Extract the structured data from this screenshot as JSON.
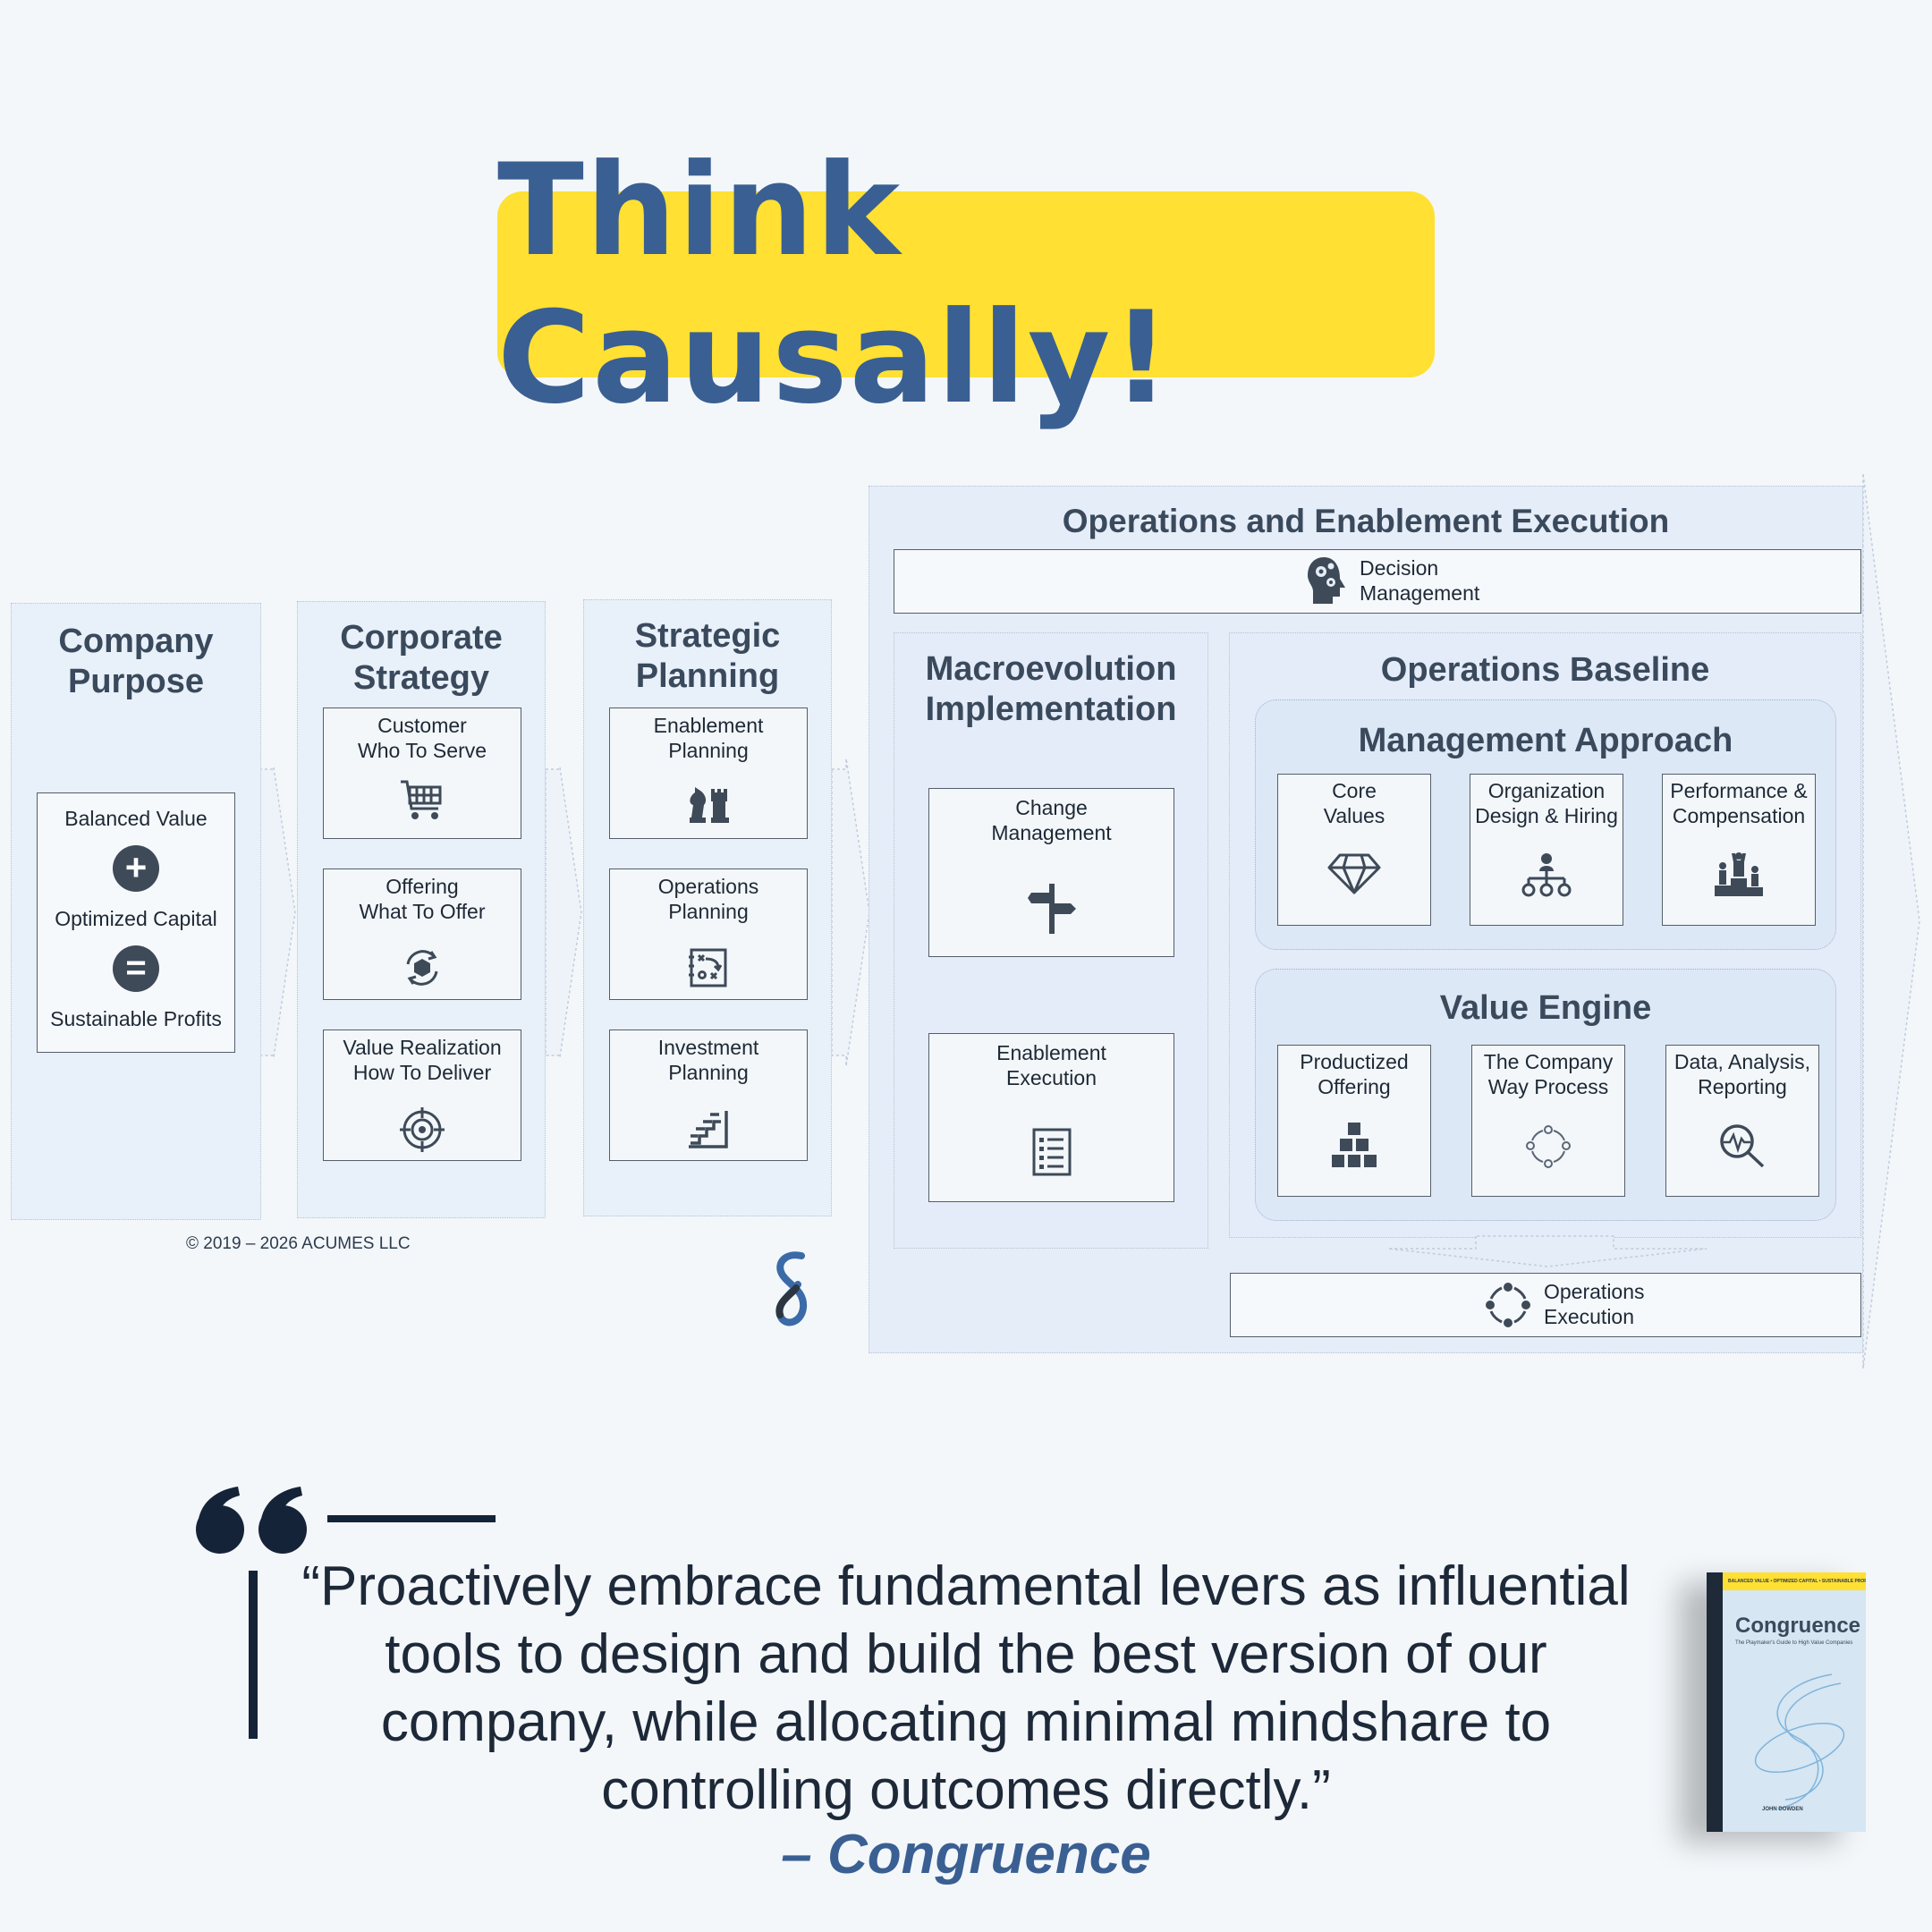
{
  "title": "Think Causally!",
  "columns": {
    "purpose": {
      "title": [
        "Company",
        "Purpose"
      ],
      "items": [
        "Balanced Value",
        "Optimized Capital",
        "Sustainable Profits"
      ],
      "operators": [
        "+",
        "="
      ]
    },
    "strategy": {
      "title": [
        "Corporate",
        "Strategy"
      ],
      "cards": [
        {
          "l1": "Customer",
          "l2": "Who To Serve",
          "icon": "shopping-cart-icon"
        },
        {
          "l1": "Offering",
          "l2": "What To Offer",
          "icon": "cube-cycle-icon"
        },
        {
          "l1": "Value Realization",
          "l2": "How To Deliver",
          "icon": "target-icon"
        }
      ]
    },
    "planning": {
      "title": [
        "Strategic",
        "Planning"
      ],
      "cards": [
        {
          "l1": "Enablement",
          "l2": "Planning",
          "icon": "chess-icon"
        },
        {
          "l1": "Operations",
          "l2": "Planning",
          "icon": "playbook-icon"
        },
        {
          "l1": "Investment",
          "l2": "Planning",
          "icon": "stairs-icon"
        }
      ]
    }
  },
  "execution": {
    "title": "Operations and Enablement Execution",
    "decision": {
      "l1": "Decision",
      "l2": "Management",
      "icon": "head-gears-icon"
    },
    "macro": {
      "title": [
        "Macroevolution",
        "Implementation"
      ],
      "cards": [
        {
          "l1": "Change",
          "l2": "Management",
          "icon": "signpost-icon"
        },
        {
          "l1": "Enablement",
          "l2": "Execution",
          "icon": "checklist-icon"
        }
      ]
    },
    "baseline": {
      "title": "Operations Baseline",
      "management": {
        "title": "Management Approach",
        "cards": [
          {
            "l1": "Core",
            "l2": "Values",
            "icon": "diamond-icon"
          },
          {
            "l1": "Organization",
            "l2": "Design & Hiring",
            "icon": "org-chart-icon"
          },
          {
            "l1": "Performance &",
            "l2": "Compensation",
            "icon": "podium-icon"
          }
        ]
      },
      "value_engine": {
        "title": "Value Engine",
        "cards": [
          {
            "l1": "Productized",
            "l2": "Offering",
            "icon": "boxes-icon"
          },
          {
            "l1": "The Company",
            "l2": "Way Process",
            "icon": "cycle-icon"
          },
          {
            "l1": "Data, Analysis,",
            "l2": "Reporting",
            "icon": "magnifier-pulse-icon"
          }
        ]
      }
    },
    "ops_execution": {
      "l1": "Operations",
      "l2": "Execution",
      "icon": "cycle-dots-icon"
    }
  },
  "copyright": "© 2019 – 2026 ACUMES LLC",
  "quote": "“Proactively embrace fundamental levers as influential tools to design and build the best version of our company, while allocating minimal mindshare to controlling outcomes directly.”",
  "attribution": "– Congruence",
  "book": {
    "title": "Congruence",
    "subtitle": "The Playmaker's Guide to High Value Companies",
    "tagline": "BALANCED VALUE • OPTIMIZED CAPITAL • SUSTAINABLE PROFITS",
    "author": "JOHN DOWDEN"
  },
  "colors": {
    "banner": "#ffe033",
    "title_text": "#3a5f92",
    "panel": "#e8f0f9"
  }
}
